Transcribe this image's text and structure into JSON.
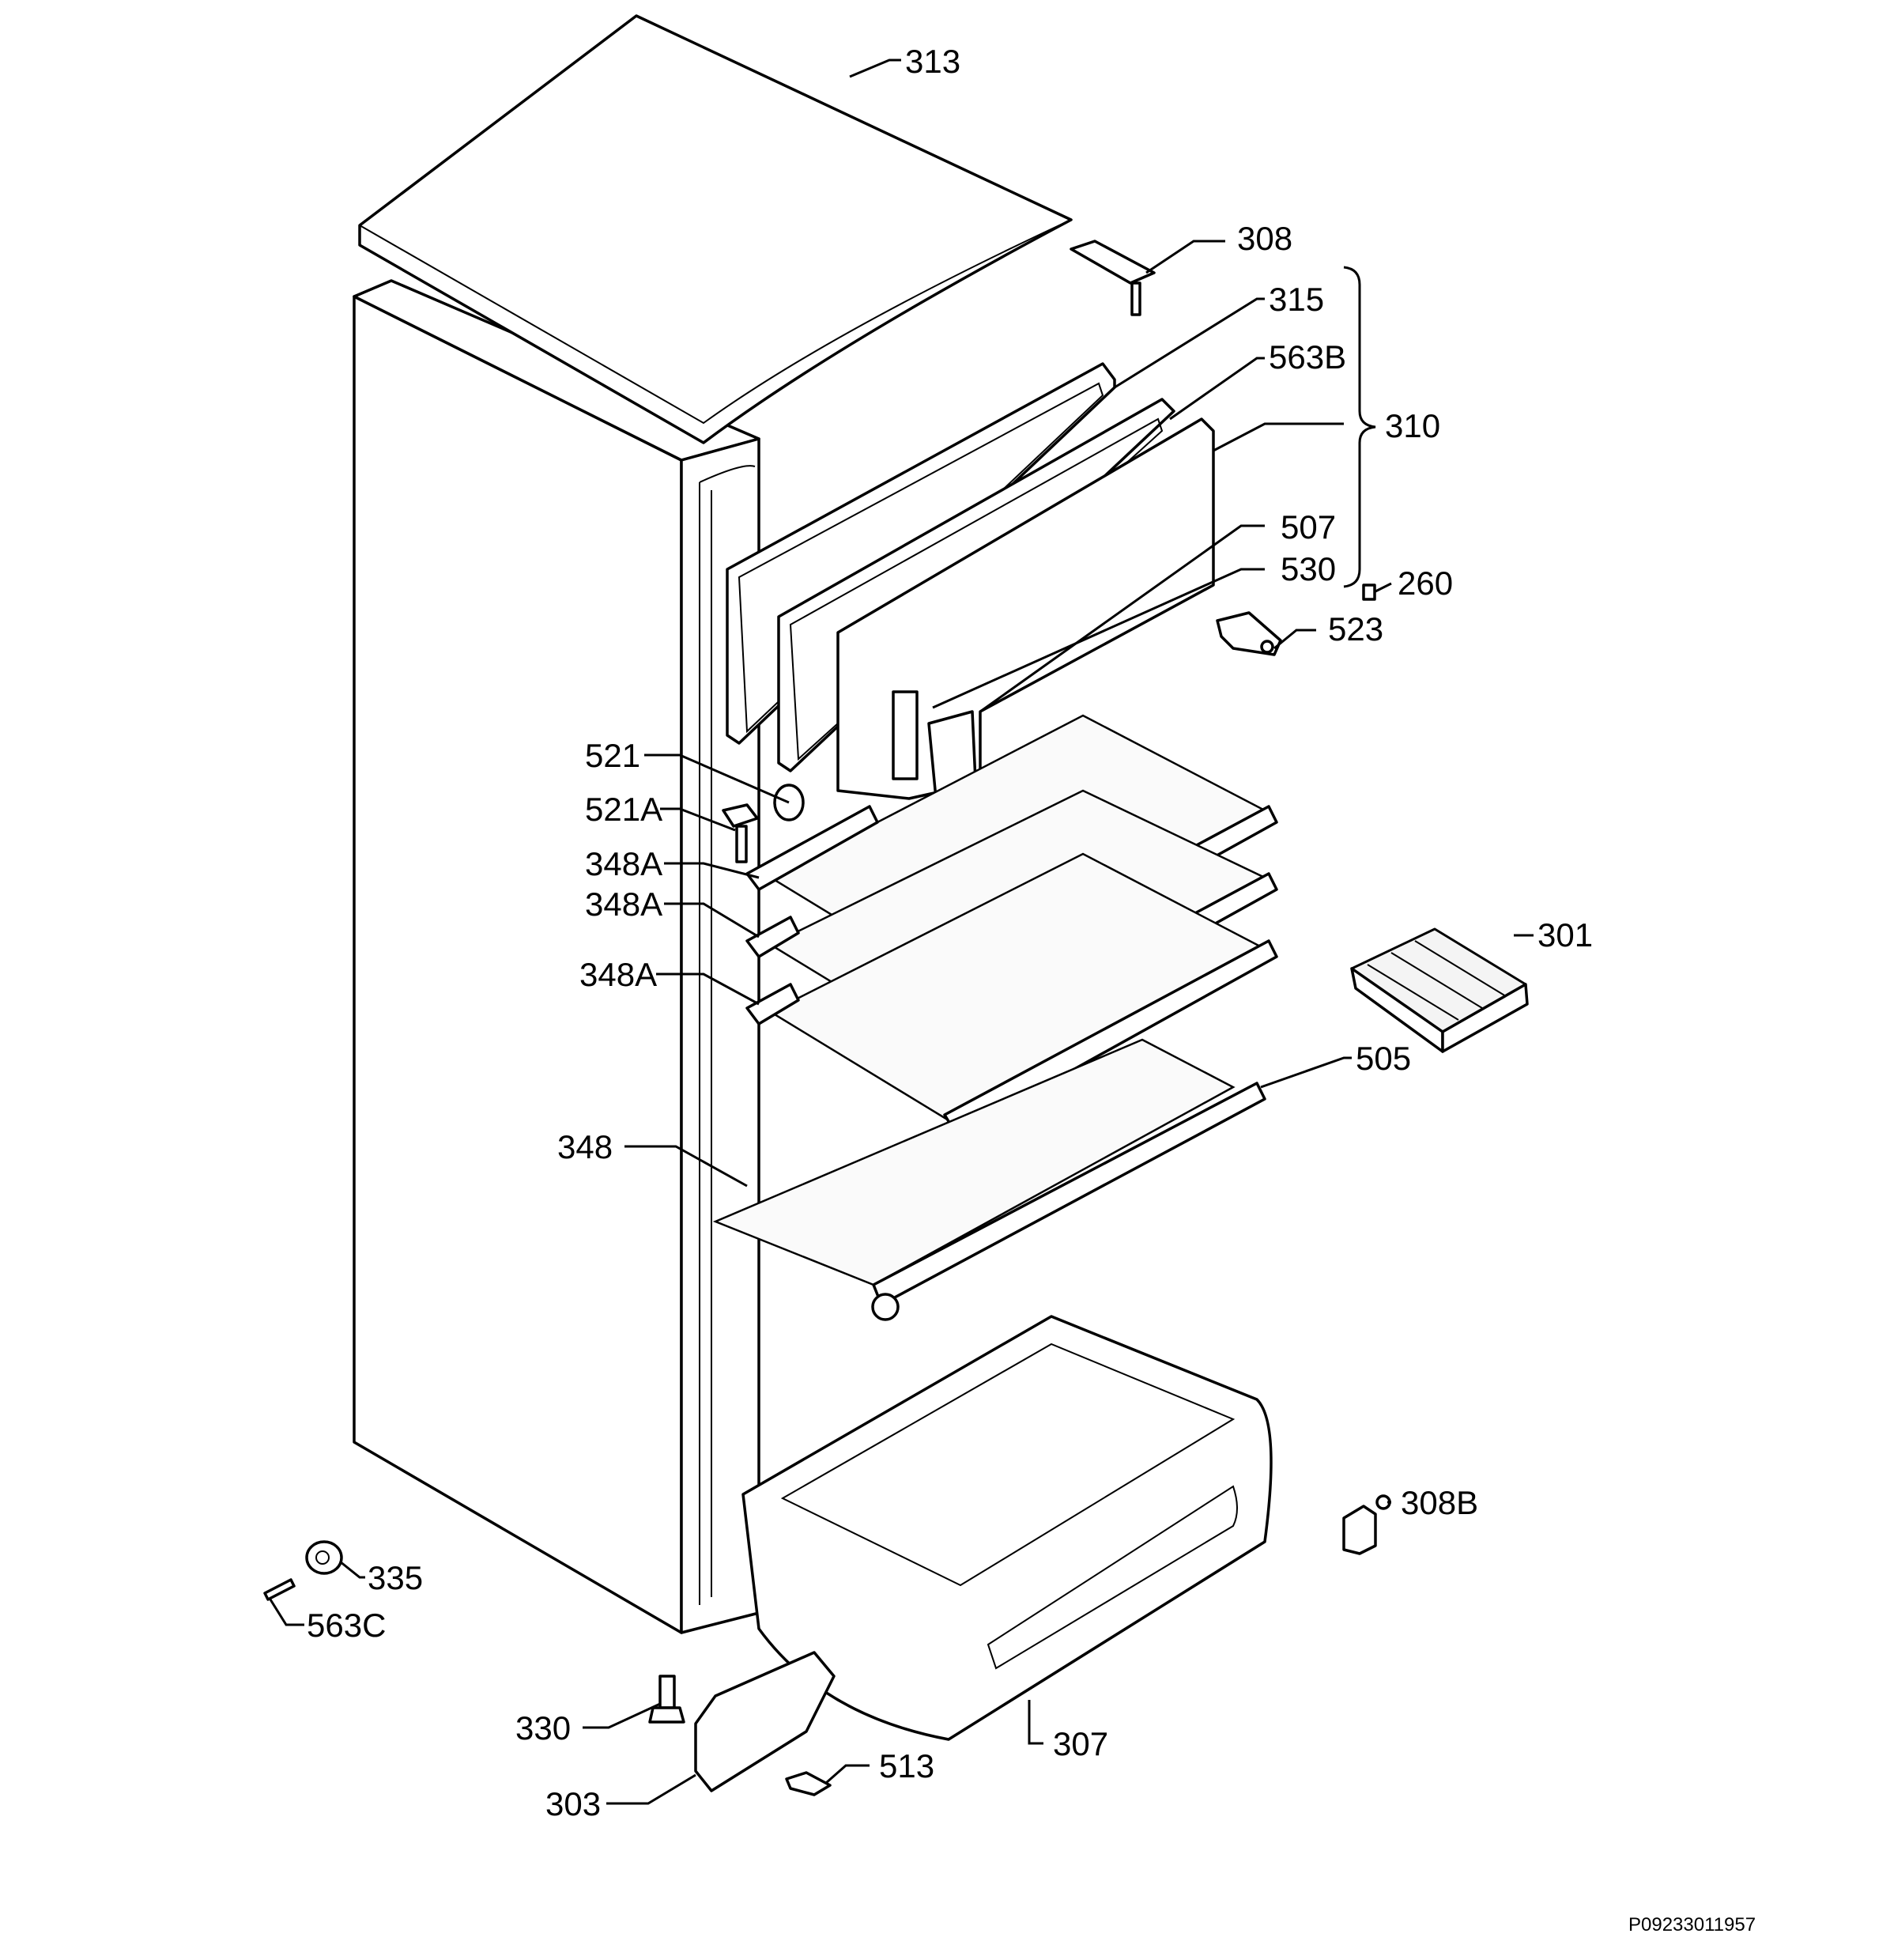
{
  "labels": {
    "l313": "313",
    "l308": "308",
    "l315": "315",
    "l563b": "563B",
    "l310": "310",
    "l507": "507",
    "l530": "530",
    "l260": "260",
    "l523": "523",
    "l521": "521",
    "l521a": "521A",
    "l348a_1": "348A",
    "l348a_2": "348A",
    "l348a_3": "348A",
    "l301": "301",
    "l505": "505",
    "l348": "348",
    "l308b": "308B",
    "l335": "335",
    "l563c": "563C",
    "l330": "330",
    "l307": "307",
    "l513": "513",
    "l303": "303"
  },
  "document_id": "P09233011957"
}
